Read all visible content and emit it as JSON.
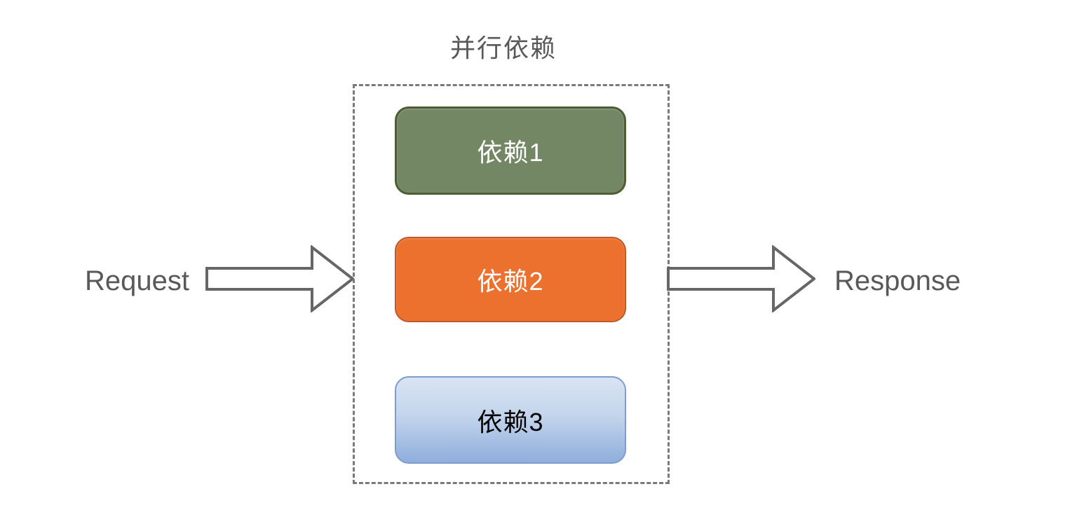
{
  "diagram": {
    "title": "并行依赖",
    "request": {
      "label": "Request"
    },
    "response": {
      "label": "Response"
    },
    "dependency_group": {
      "border_style": "dashed",
      "dependencies": [
        {
          "label": "依赖1",
          "fill_color": "#748765",
          "border_color": "#4d5e33",
          "text_color": "#ffffff"
        },
        {
          "label": "依赖2",
          "fill_color": "#ec712e",
          "border_color": "#be5927",
          "text_color": "#ffffff"
        },
        {
          "label": "依赖3",
          "fill_color_top": "#d9e4f3",
          "fill_color_bottom": "#8faedc",
          "border_color": "#7f9ccf",
          "text_color": "#000000"
        }
      ]
    },
    "colors": {
      "label_text": "#595959",
      "dashed_border": "#7a7a7a",
      "arrow_stroke": "#666666",
      "arrow_fill": "#ffffff",
      "background": "#ffffff"
    }
  }
}
